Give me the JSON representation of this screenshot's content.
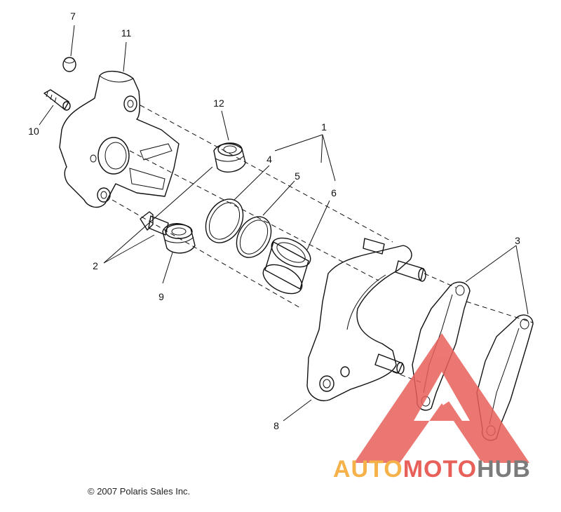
{
  "callouts": {
    "c1": "1",
    "c2": "2",
    "c3": "3",
    "c4": "4",
    "c5": "5",
    "c6": "6",
    "c7": "7",
    "c8": "8",
    "c9": "9",
    "c10": "10",
    "c11": "11",
    "c12": "12"
  },
  "copyright": "© 2007 Polaris Sales Inc.",
  "watermark": {
    "part1": "AUTO",
    "part2": "MOTO",
    "part3": "HUB",
    "colors": {
      "auto": "#f5b24a",
      "moto": "#e8605a",
      "hub": "#7b7b7b",
      "triangle": "#e8605a"
    }
  }
}
